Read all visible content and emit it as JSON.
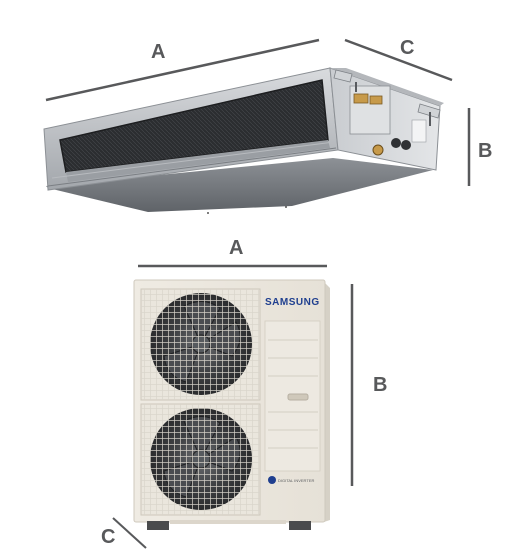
{
  "indoor_unit": {
    "dim_a": "A",
    "dim_b": "B",
    "dim_c": "C"
  },
  "outdoor_unit": {
    "dim_a": "A",
    "dim_b": "B",
    "dim_c": "C",
    "brand_logo": "SAMSUNG",
    "badge_text": "DIGITAL INVERTER"
  },
  "colors": {
    "dimension_line": "#58595b",
    "outdoor_casing": "#f2eee6",
    "indoor_casing": "#a9adb2",
    "logo_blue": "#1f3f8f"
  }
}
